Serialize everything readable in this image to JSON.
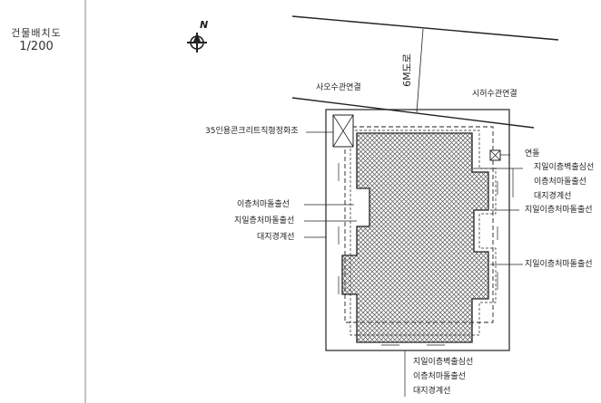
{
  "title": {
    "name": "건물배치도",
    "scale": "1/200"
  },
  "north_mark": "N",
  "road": "6M도로",
  "labels": {
    "sewer_left": "사오수관연결",
    "sewer_right": "시허수관연결",
    "septic": "35인용콘크리트직형정화조",
    "chimney": "연돌",
    "r_f1": "지일이층벽출심선",
    "r_f2": "이층처마돌출선",
    "r_f3": "대지경계선",
    "r_f4": "지일이층처마돌출선",
    "r_f5": "지일이층처마돌출선",
    "l_f1": "이층처마돌출선",
    "l_f2": "지일층처마돌출선",
    "l_f3": "대지경계선",
    "b_f1": "지일이층벽출심선",
    "b_f2": "이층처마돌출선",
    "b_f3": "대지경계선"
  },
  "colors": {
    "line": "#222222",
    "hatch": "#555555",
    "paper": "#ffffff"
  }
}
